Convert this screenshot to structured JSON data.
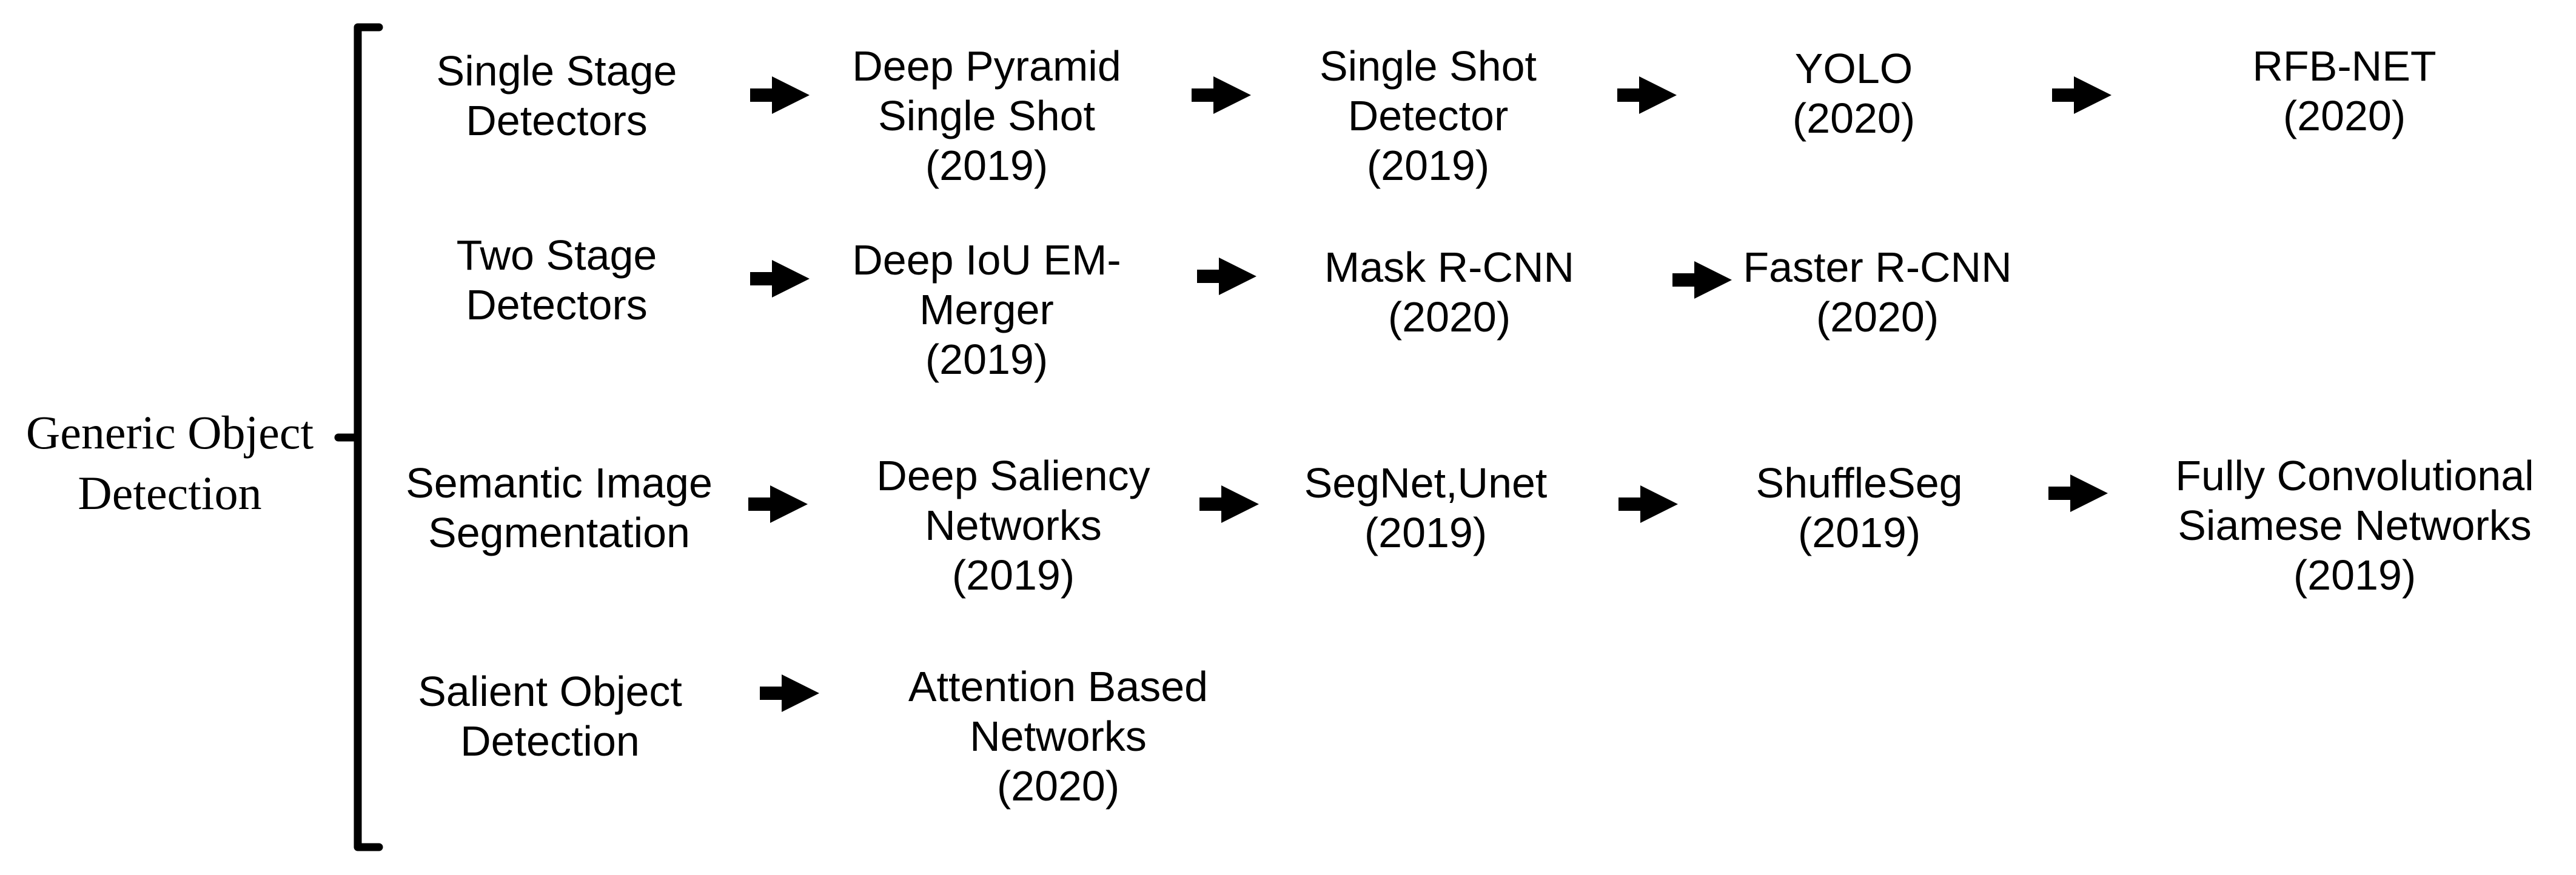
{
  "title": "Generic Object Detection taxonomy diagram",
  "colors": {
    "foreground": "#000000",
    "background": "#ffffff"
  },
  "root": {
    "lines": [
      "Generic Object",
      "Detection"
    ]
  },
  "rows": [
    {
      "category": {
        "label": "Single Stage Detectors",
        "lines": [
          "Single Stage",
          "Detectors"
        ]
      },
      "nodes": [
        {
          "label": "Deep Pyramid Single Shot (2019)",
          "lines": [
            "Deep Pyramid",
            "Single Shot",
            "(2019)"
          ]
        },
        {
          "label": "Single Shot Detector (2019)",
          "lines": [
            "Single Shot",
            "Detector",
            "(2019)"
          ]
        },
        {
          "label": "YOLO (2020)",
          "lines": [
            "YOLO",
            "(2020)"
          ]
        },
        {
          "label": "RFB-NET (2020)",
          "lines": [
            "RFB-NET",
            "(2020)"
          ]
        }
      ]
    },
    {
      "category": {
        "label": "Two Stage Detectors",
        "lines": [
          "Two Stage",
          "Detectors"
        ]
      },
      "nodes": [
        {
          "label": "Deep IoU EM-Merger (2019)",
          "lines": [
            "Deep IoU EM-",
            "Merger",
            "(2019)"
          ]
        },
        {
          "label": "Mask R-CNN (2020)",
          "lines": [
            "Mask R-CNN",
            "(2020)"
          ]
        },
        {
          "label": "Faster R-CNN (2020)",
          "lines": [
            "Faster R-CNN",
            "(2020)"
          ]
        }
      ]
    },
    {
      "category": {
        "label": "Semantic Image Segmentation",
        "lines": [
          "Semantic Image",
          "Segmentation"
        ]
      },
      "nodes": [
        {
          "label": "Deep Saliency Networks (2019)",
          "lines": [
            "Deep Saliency",
            "Networks",
            "(2019)"
          ]
        },
        {
          "label": "SegNet,Unet (2019)",
          "lines": [
            "SegNet,Unet",
            "(2019)"
          ]
        },
        {
          "label": "ShuffleSeg (2019)",
          "lines": [
            "ShuffleSeg",
            "(2019)"
          ]
        },
        {
          "label": "Fully Convolutional Siamese Networks (2019)",
          "lines": [
            "Fully Convolutional",
            "Siamese Networks",
            "(2019)"
          ]
        }
      ]
    },
    {
      "category": {
        "label": "Salient Object Detection",
        "lines": [
          "Salient Object",
          "Detection"
        ]
      },
      "nodes": [
        {
          "label": "Attention Based Networks (2020)",
          "lines": [
            "Attention Based",
            "Networks",
            "(2020)"
          ]
        }
      ]
    }
  ]
}
